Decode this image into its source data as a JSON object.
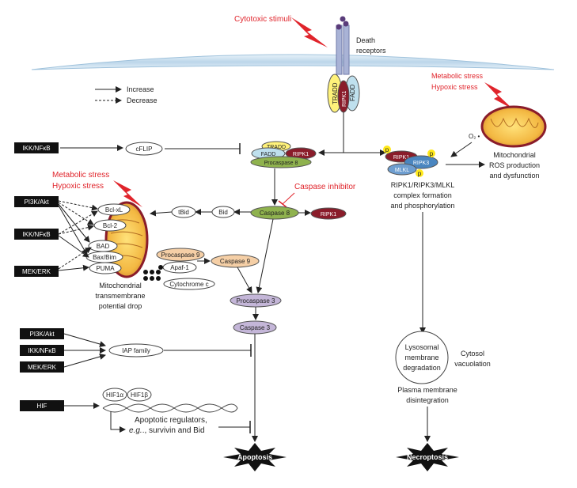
{
  "stimuli": {
    "cytotoxic": "Cytotoxic stimuli",
    "death_receptors_1": "Death",
    "death_receptors_2": "receptors",
    "metabolic_right": "Metabolic stress",
    "hypoxic_right": "Hypoxic stress",
    "metabolic_left": "Metabolic stress",
    "hypoxic_left": "Hypoxic stress"
  },
  "legend": {
    "increase": "Increase",
    "decrease": "Decrease"
  },
  "receptor": {
    "tradd": "TRADD",
    "ripk1": "RIPK1",
    "fadd": "FADD"
  },
  "upstream": {
    "ikk_nfkb": "IKK/NFκB",
    "pi3k_akt": "PI3K/Akt",
    "mek_erk": "MEK/ERK",
    "hif": "HIF"
  },
  "disc": {
    "tradd": "TRADD",
    "fadd": "FADD",
    "ripk1": "RIPK1",
    "procaspase8": "Procaspase 8"
  },
  "nodes": {
    "cflip": "cFLIP",
    "caspase_inhibitor": "Caspase inhibitor",
    "caspase8": "Caspase 8",
    "ripk1_free": "RIPK1",
    "bid": "Bid",
    "tbid": "tBid",
    "bclxl": "Bcl-xL",
    "bcl2": "Bcl-2",
    "bad": "BAD",
    "bax_bim": "Bax/Bim",
    "puma": "PUMA",
    "procaspase9": "Procaspase 9",
    "apaf1": "Apaf-1",
    "caspase9": "Caspase 9",
    "cytochrome_c": "Cytochrome c",
    "procaspase3": "Procaspase 3",
    "caspase3": "Caspase 3",
    "iap_family": "IAP family",
    "hif1a": "HIF1α",
    "hif1b": "HIF1β"
  },
  "mito_left": [
    "Mitochondrial",
    "transmembrane",
    "potential drop"
  ],
  "necrosome": {
    "ripk1": "RIPK1",
    "ripk3": "RIPK3",
    "mlkl": "MLKL",
    "p": "p",
    "caption": [
      "RIPK1/RIPK3/MLKL",
      "complex formation",
      "and phosphorylation"
    ]
  },
  "mito_right": {
    "o2": "O₂ •",
    "caption": [
      "Mitochondrial",
      "ROS production",
      "and dysfunction"
    ]
  },
  "lysosome": [
    "Lysosomal",
    "membrane",
    "degradation"
  ],
  "cytosol": [
    "Cytosol",
    "vacuolation"
  ],
  "plasma": [
    "Plasma membrane",
    "disintegration"
  ],
  "regulators": [
    "Apoptotic regulators,",
    "e.g.",
    "., survivin and Bid"
  ],
  "outcomes": {
    "apoptosis": "Apoptosis",
    "necroptosis": "Necroptosis"
  },
  "colors": {
    "red_text": "#e0242b",
    "caspase8": "#8fb24e",
    "ripk1": "#8a1c2a",
    "ripk3": "#4a86c0",
    "mlkl": "#6e9ed0",
    "tradd": "#fff27a",
    "fadd": "#bfe0ee",
    "procaspase9": "#f5cfa6",
    "procaspase3": "#c4b6d8",
    "phospho": "#ffe81a",
    "membrane": "#cfe3f0"
  }
}
